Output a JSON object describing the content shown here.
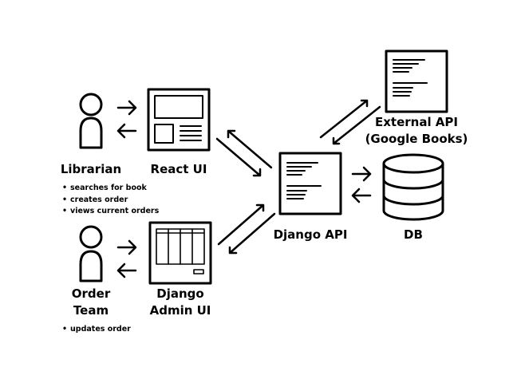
{
  "nodes": {
    "librarian": {
      "label": "Librarian",
      "notes": [
        "searches for book",
        "creates order",
        "views current orders"
      ]
    },
    "order_team": {
      "label_line1": "Order",
      "label_line2": "Team",
      "notes": [
        "updates order"
      ]
    },
    "react_ui": {
      "label": "React UI"
    },
    "django_admin": {
      "label_line1": "Django",
      "label_line2": "Admin UI"
    },
    "django_api": {
      "label": "Django API"
    },
    "db": {
      "label": "DB"
    },
    "external_api": {
      "label_line1": "External API",
      "label_line2": "(Google Books)"
    }
  }
}
